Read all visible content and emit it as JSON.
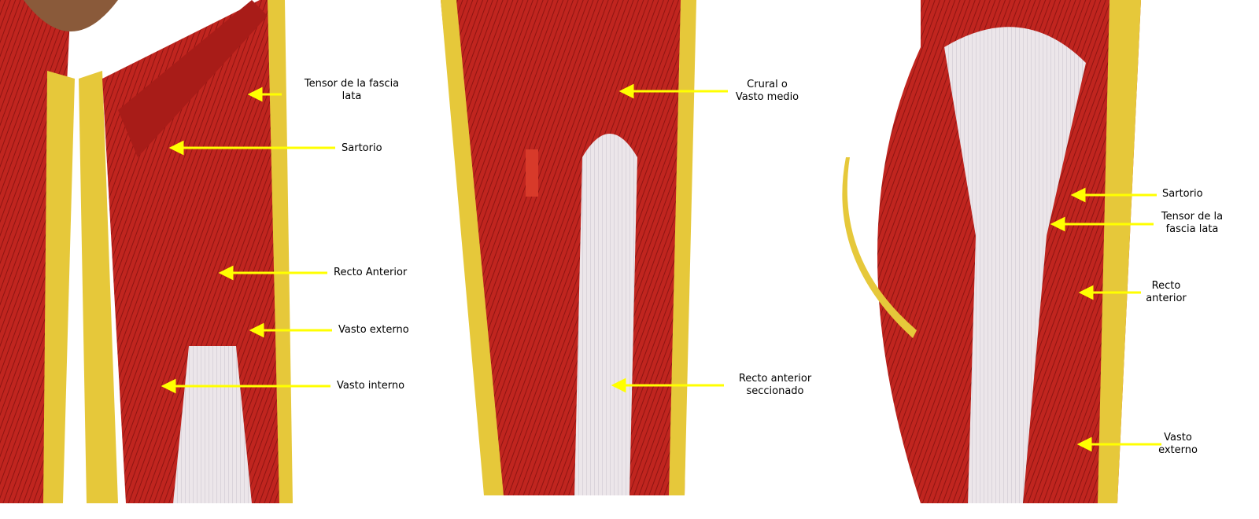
{
  "colors": {
    "muscle": "#c0251f",
    "muscle_dark": "#8e1512",
    "tendon": "#e9e4e8",
    "fat": "#e6c83a",
    "arrow": "#ffff00"
  },
  "panels": [
    {
      "view": "anterior-superficial",
      "labels": [
        {
          "lines": [
            "Tensor de la fascia",
            "lata"
          ]
        },
        {
          "lines": [
            "Sartorio"
          ]
        },
        {
          "lines": [
            "Recto Anterior"
          ]
        },
        {
          "lines": [
            "Vasto externo"
          ]
        },
        {
          "lines": [
            "Vasto interno"
          ]
        }
      ]
    },
    {
      "view": "anterior-deep",
      "labels": [
        {
          "lines": [
            "Crural o",
            "Vasto medio"
          ]
        },
        {
          "lines": [
            "Recto anterior",
            "seccionado"
          ]
        }
      ]
    },
    {
      "view": "lateral",
      "labels": [
        {
          "lines": [
            "Sartorio"
          ]
        },
        {
          "lines": [
            "Tensor de la",
            "fascia lata"
          ]
        },
        {
          "lines": [
            "Recto",
            "anterior"
          ]
        },
        {
          "lines": [
            "Vasto",
            "externo"
          ]
        }
      ]
    }
  ]
}
